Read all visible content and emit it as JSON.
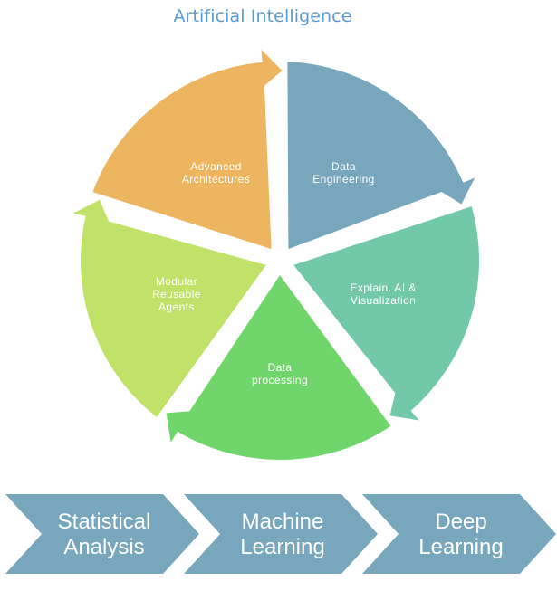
{
  "title": "Artificial Intelligence",
  "cycle": {
    "segments": [
      {
        "id": "data-engineering",
        "lines": [
          "Data",
          "Engineering"
        ],
        "color": "#78a6bc"
      },
      {
        "id": "explain-ai",
        "lines": [
          "Explain. AI &",
          "Visualization"
        ],
        "color": "#71c9a9"
      },
      {
        "id": "data-processing",
        "lines": [
          "Data",
          "processing"
        ],
        "color": "#70d66c"
      },
      {
        "id": "modular-agents",
        "lines": [
          "Modular",
          "Reusable",
          "Agents"
        ],
        "color": "#c0e268"
      },
      {
        "id": "advanced-architectures",
        "lines": [
          "Advanced",
          "Architectures"
        ],
        "color": "#eeb561"
      }
    ]
  },
  "process": {
    "color": "#78a6bc",
    "steps": [
      {
        "id": "statistical-analysis",
        "lines": [
          "Statistical",
          "Analysis"
        ]
      },
      {
        "id": "machine-learning",
        "lines": [
          "Machine",
          "Learning"
        ]
      },
      {
        "id": "deep-learning",
        "lines": [
          "Deep",
          "Learning"
        ]
      }
    ]
  }
}
